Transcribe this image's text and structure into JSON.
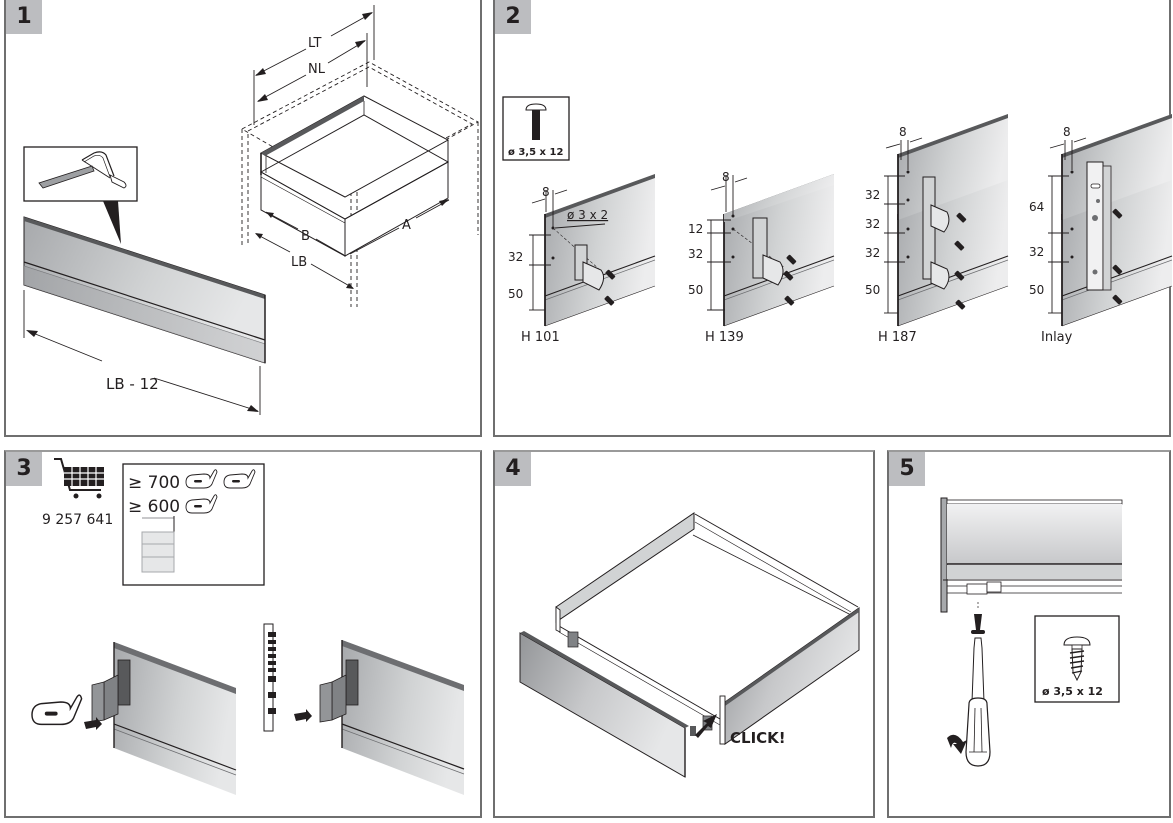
{
  "document": {
    "type": "assembly-instructions",
    "subject": "drawer front / side panel assembly"
  },
  "steps": [
    {
      "number": "1",
      "labels": {
        "total_length": "LT",
        "nominal_length": "NL",
        "width_b": "B",
        "width_a": "A",
        "inner_width": "LB",
        "cut_length": "LB - 12"
      },
      "icons": [
        "hacksaw-icon",
        "drawer-cabinet-diagram",
        "back-panel"
      ]
    },
    {
      "number": "2",
      "screw_spec": "ø 3,5 x 12",
      "hole_spec": "ø 3 x 2",
      "variants": [
        {
          "name": "H 101",
          "edge_offset": "8",
          "spacings": [
            "32",
            "50"
          ]
        },
        {
          "name": "H 139",
          "edge_offset": "8",
          "spacings": [
            "12",
            "32",
            "50"
          ]
        },
        {
          "name": "H 187",
          "edge_offset": "8",
          "spacings": [
            "32",
            "32",
            "32",
            "50"
          ]
        },
        {
          "name": "Inlay",
          "edge_offset": "8",
          "spacings": [
            "64",
            "32",
            "50"
          ]
        }
      ]
    },
    {
      "number": "3",
      "article_number": "9 257 641",
      "clip_rules": [
        {
          "label": "≥ 700",
          "clip_count": 2
        },
        {
          "label": "≥ 600",
          "clip_count": 1
        }
      ],
      "icons": [
        "shopping-cart-icon",
        "clip-icon",
        "drawer-stack-icon",
        "rail-icon",
        "arrow-icon"
      ]
    },
    {
      "number": "4",
      "action_label": "CLICK!"
    },
    {
      "number": "5",
      "screw_spec": "ø 3,5 x 12",
      "icons": [
        "screwdriver-icon",
        "rotate-arrow-icon",
        "wood-screw-icon"
      ]
    }
  ],
  "colors": {
    "badge_bg": "#bcbdc0",
    "ink": "#231f20",
    "panel_light": "#e6e7e8",
    "panel_dark": "#a7a9ac",
    "frame": "#6f6f6f"
  }
}
